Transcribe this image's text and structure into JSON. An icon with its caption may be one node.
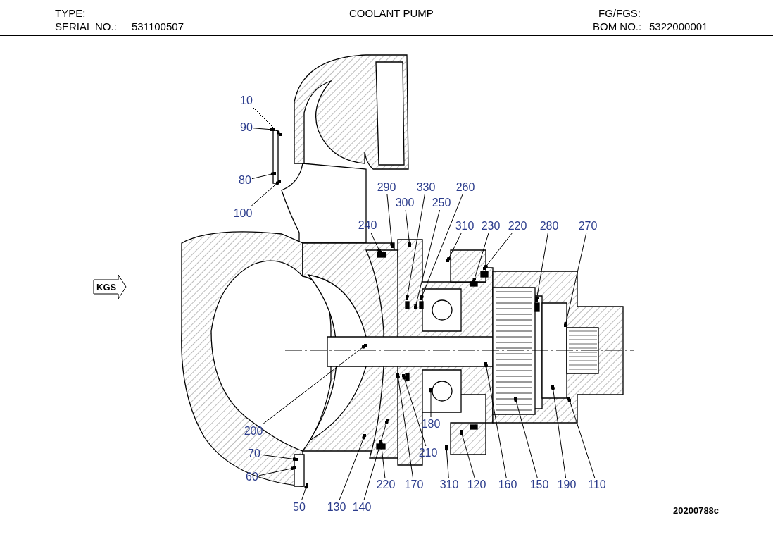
{
  "diagram": {
    "title": "COOLANT PUMP",
    "nodes": [
      {
        "text": [
          "10"
        ]
      },
      {
        "text": [
          "90"
        ]
      },
      {
        "text": [
          "80"
        ]
      },
      {
        "text": [
          "100"
        ]
      },
      {
        "text": [
          "290"
        ]
      },
      {
        "text": [
          "330"
        ]
      },
      {
        "text": [
          "260"
        ]
      },
      {
        "text": [
          "300"
        ]
      },
      {
        "text": [
          "250"
        ]
      },
      {
        "text": [
          "240"
        ]
      },
      {
        "text": [
          "310"
        ]
      },
      {
        "text": [
          "230"
        ]
      },
      {
        "text": [
          "220"
        ]
      },
      {
        "text": [
          "280"
        ]
      },
      {
        "text": [
          "270"
        ]
      },
      {
        "text": [
          "KGS"
        ]
      },
      {
        "text": [
          "200"
        ]
      },
      {
        "text": [
          "180"
        ]
      },
      {
        "text": [
          "210"
        ]
      },
      {
        "text": [
          "70"
        ]
      },
      {
        "text": [
          "60"
        ]
      },
      {
        "text": [
          "220"
        ]
      },
      {
        "text": [
          "170"
        ]
      },
      {
        "text": [
          "310"
        ]
      },
      {
        "text": [
          "120"
        ]
      },
      {
        "text": [
          "160"
        ]
      },
      {
        "text": [
          "150"
        ]
      },
      {
        "text": [
          "190"
        ]
      },
      {
        "text": [
          "110"
        ]
      },
      {
        "text": [
          "50"
        ]
      },
      {
        "text": [
          "130"
        ]
      },
      {
        "text": [
          "140"
        ]
      },
      {
        "text": [],
        "shape": "box"
      },
      {
        "text": [],
        "shape": "box"
      },
      {
        "text": [],
        "shape": "box"
      },
      {
        "text": [],
        "shape": "box"
      },
      {
        "text": [],
        "shape": "box"
      },
      {
        "text": [],
        "shape": "box"
      },
      {
        "text": [],
        "shape": "box"
      },
      {
        "text": [],
        "shape": "box"
      },
      {
        "text": [],
        "shape": "box"
      },
      {
        "text": [],
        "shape": "box"
      },
      {
        "text": [],
        "shape": "box"
      },
      {
        "text": [],
        "shape": "box"
      },
      {
        "text": [],
        "shape": "box"
      },
      {
        "text": [],
        "shape": "box"
      },
      {
        "text": [],
        "shape": "box"
      },
      {
        "text": [],
        "shape": "box"
      },
      {
        "text": [],
        "shape": "box"
      },
      {
        "text": [],
        "shape": "box"
      },
      {
        "text": [],
        "shape": "box"
      },
      {
        "text": [],
        "shape": "box"
      },
      {
        "text": [],
        "shape": "box"
      },
      {
        "text": [],
        "shape": "box"
      },
      {
        "text": [],
        "shape": "box"
      },
      {
        "text": [],
        "shape": "box"
      },
      {
        "text": [],
        "shape": "box"
      },
      {
        "text": [],
        "shape": "box"
      },
      {
        "text": [],
        "shape": "box"
      },
      {
        "text": [],
        "shape": "box"
      },
      {
        "text": [],
        "shape": "box"
      },
      {
        "text": [],
        "shape": "box"
      },
      {
        "text": [],
        "shape": "box"
      }
    ],
    "edges": [
      {
        "from": 0,
        "to": 32,
        "arrow": "other"
      },
      {
        "from": 1,
        "to": 33,
        "arrow": "other"
      },
      {
        "from": 2,
        "to": 34,
        "arrow": "other"
      },
      {
        "from": 3,
        "to": 35,
        "arrow": "other"
      },
      {
        "from": 4,
        "to": 36,
        "arrow": "other"
      },
      {
        "from": 5,
        "to": 37,
        "arrow": "other"
      },
      {
        "from": 6,
        "to": 38,
        "arrow": "other"
      },
      {
        "from": 7,
        "to": 39,
        "arrow": "other"
      },
      {
        "from": 8,
        "to": 40,
        "arrow": "other"
      },
      {
        "from": 9,
        "to": 41,
        "arrow": "other"
      },
      {
        "from": 10,
        "to": 42,
        "arrow": "other"
      },
      {
        "from": 11,
        "to": 43,
        "arrow": "other"
      },
      {
        "from": 12,
        "to": 44,
        "arrow": "other"
      },
      {
        "from": 13,
        "to": 45,
        "arrow": "other"
      },
      {
        "from": 14,
        "to": 46,
        "arrow": "other"
      },
      {
        "from": 16,
        "to": 47,
        "arrow": "other"
      },
      {
        "from": 17,
        "to": 48,
        "arrow": "other"
      },
      {
        "from": 18,
        "to": 49,
        "arrow": "other"
      },
      {
        "from": 19,
        "to": 50,
        "arrow": "other"
      },
      {
        "from": 20,
        "to": 51,
        "arrow": "other"
      },
      {
        "from": 21,
        "to": 52,
        "arrow": "other"
      },
      {
        "from": 22,
        "to": 53,
        "arrow": "other"
      },
      {
        "from": 23,
        "to": 54,
        "arrow": "other"
      },
      {
        "from": 24,
        "to": 55,
        "arrow": "other"
      },
      {
        "from": 25,
        "to": 56,
        "arrow": "other"
      },
      {
        "from": 26,
        "to": 57,
        "arrow": "other"
      },
      {
        "from": 27,
        "to": 58,
        "arrow": "other"
      },
      {
        "from": 28,
        "to": 59,
        "arrow": "other"
      },
      {
        "from": 29,
        "to": 60,
        "arrow": "other"
      },
      {
        "from": 30,
        "to": 61,
        "arrow": "other"
      },
      {
        "from": 31,
        "to": 62,
        "arrow": "other"
      }
    ],
    "labels": [
      "TYPE:",
      "FG/FGS:",
      "SERIAL NO.:",
      "531100507",
      "BOM NO.:",
      "5322000001",
      "20200788c"
    ]
  }
}
